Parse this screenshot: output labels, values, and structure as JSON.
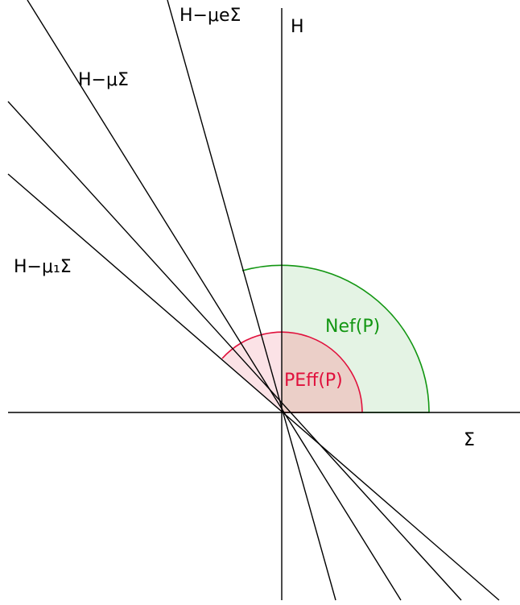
{
  "labels": {
    "h_axis": "H",
    "sigma_axis": "Σ",
    "ray_mu_e": "H−μeΣ",
    "ray_mu": "H−μΣ",
    "ray_mu1": "H−μ₁Σ",
    "nef_cone": "Nef(P)",
    "peff_cone": "PEff(P)"
  },
  "colors": {
    "nef_stroke": "#129612",
    "nef_fill": "#e4f3e4",
    "peff_stroke": "#e0103c",
    "peff_fill": "#ebcfc8",
    "peff_outer_fill": "#fbe2e6",
    "line": "#000000"
  }
}
